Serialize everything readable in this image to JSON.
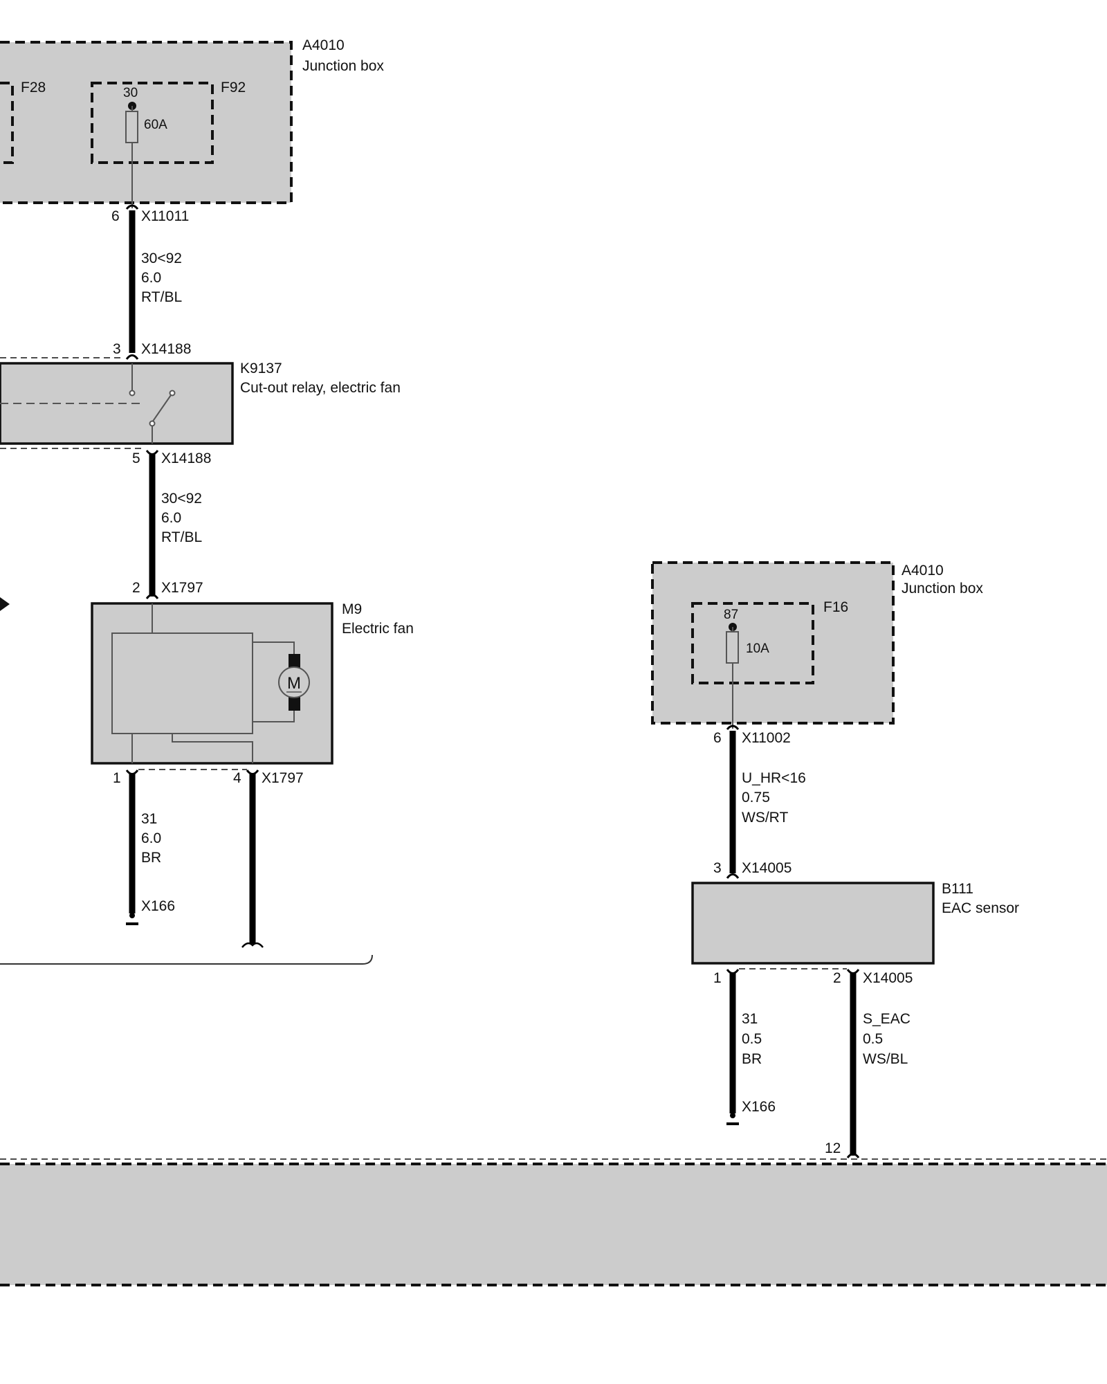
{
  "colors": {
    "component_fill": "#cccccc",
    "wire": "#000000",
    "background": "#ffffff"
  },
  "junction_box_top": {
    "code": "A4010",
    "name": "Junction box",
    "fuse_f28": {
      "label": "F28"
    },
    "fuse_f92": {
      "label": "F92",
      "terminal": "30",
      "rating": "60A"
    }
  },
  "connector_x11011": {
    "pin": "6",
    "label": "X11011"
  },
  "wire_top": {
    "signal": "30<92",
    "cross_section": "6.0",
    "color_code": "RT/BL"
  },
  "relay": {
    "code": "K9137",
    "name": "Cut-out relay, electric fan",
    "pin_in": "3",
    "pin_in_label": "X14188",
    "pin_out": "5",
    "pin_out_label": "X14188"
  },
  "wire_mid": {
    "signal": "30<92",
    "cross_section": "6.0",
    "color_code": "RT/BL"
  },
  "fan": {
    "code": "M9",
    "name": "Electric fan",
    "motor_symbol": "M",
    "pin_top": "2",
    "pin_top_label": "X1797",
    "pin_ground": "1",
    "pin_signal": "4",
    "pin_signal_label": "X1797"
  },
  "wire_fan_ground": {
    "signal": "31",
    "cross_section": "6.0",
    "color_code": "BR",
    "ground_label": "X166"
  },
  "junction_box_right": {
    "code": "A4010",
    "name": "Junction box",
    "fuse_f16": {
      "label": "F16",
      "terminal": "87",
      "rating": "10A"
    }
  },
  "connector_x11002": {
    "pin": "6",
    "label": "X11002"
  },
  "wire_sensor_feed": {
    "signal": "U_HR<16",
    "cross_section": "0.75",
    "color_code": "WS/RT"
  },
  "sensor": {
    "code": "B111",
    "name": "EAC sensor",
    "pin_top": "3",
    "pin_top_label": "X14005",
    "pin_ground": "1",
    "pin_signal": "2",
    "pin_signal_label": "X14005"
  },
  "wire_sensor_ground": {
    "signal": "31",
    "cross_section": "0.5",
    "color_code": "BR",
    "ground_label": "X166"
  },
  "wire_sensor_signal": {
    "signal": "S_EAC",
    "cross_section": "0.5",
    "color_code": "WS/BL",
    "pin": "12"
  }
}
